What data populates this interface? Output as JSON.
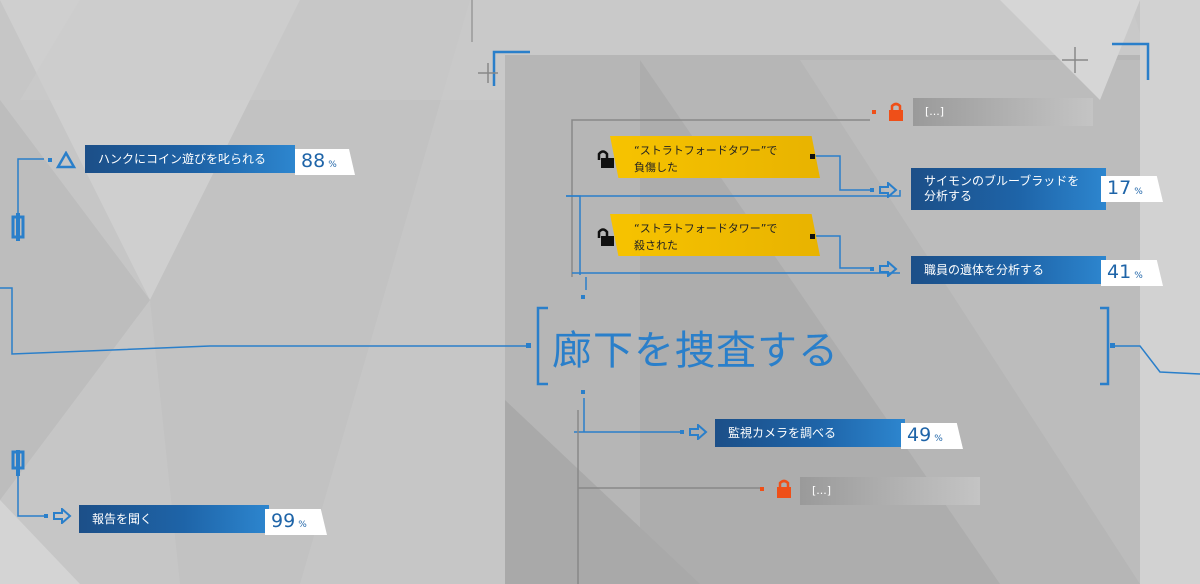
{
  "main_title": "廊下を捜査する",
  "nodes": [
    {
      "id": "hank",
      "label": "ハンクにコイン遊びを叱られる",
      "percent": "88",
      "unit": "%"
    },
    {
      "id": "report",
      "label": "報告を聞く",
      "percent": "99",
      "unit": "%"
    },
    {
      "id": "blueblood",
      "label_line1": "サイモンのブルーブラッドを",
      "label_line2": "分析する",
      "percent": "17",
      "unit": "%"
    },
    {
      "id": "body",
      "label": "職員の遺体を分析する",
      "percent": "41",
      "unit": "%"
    },
    {
      "id": "camera",
      "label": "監視カメラを調べる",
      "percent": "49",
      "unit": "%"
    }
  ],
  "conditions": [
    {
      "id": "injured",
      "line1": "“ストラトフォードタワー”で",
      "line2": "負傷した"
    },
    {
      "id": "killed",
      "line1": "“ストラトフォードタワー”で",
      "line2": "殺された"
    }
  ],
  "locked": [
    {
      "id": "locked-top",
      "label": "[...]"
    },
    {
      "id": "locked-mid",
      "label": "[...]"
    }
  ],
  "colors": {
    "accent_blue": "#1e64a8",
    "line_blue": "#2a7fca",
    "condition_yellow": "#f7c300",
    "lock_orange": "#ef4f18"
  },
  "icons": [
    "triangle-button-icon",
    "arrow-right-icon",
    "lock-icon",
    "unlock-icon",
    "connector-icon"
  ]
}
